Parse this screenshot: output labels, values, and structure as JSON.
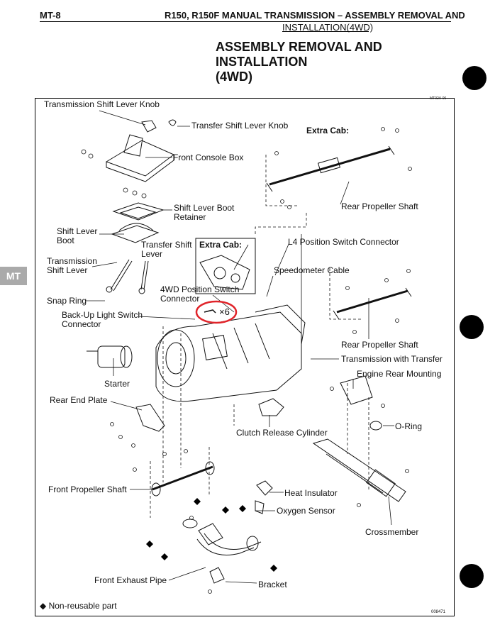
{
  "header": {
    "page_number": "MT-8",
    "title": "R150, R150F MANUAL TRANSMISSION  –  ASSEMBLY REMOVAL AND",
    "title_continued": "INSTALLATION(4WD)"
  },
  "section_title": "ASSEMBLY REMOVAL AND\nINSTALLATION\n(4WD)",
  "side_tab": "MT",
  "figure_code": "MT02A-06",
  "figure_id": "008471",
  "legend": "Non-reusable part",
  "annotation": "×6",
  "labels": {
    "shift_lever_knob": "Transmission Shift Lever Knob",
    "transfer_knob": "Transfer Shift Lever Knob",
    "extra_cab_1": "Extra Cab:",
    "front_console": "Front Console Box",
    "rear_prop_1": "Rear Propeller Shaft",
    "boot_retainer": "Shift Lever Boot\nRetainer",
    "shift_lever_boot": "Shift Lever\nBoot",
    "transfer_shift_lever": "Transfer Shift\nLever",
    "extra_cab_2": "Extra Cab:",
    "l4_switch": "L4 Position Switch Connector",
    "trans_shift_lever": "Transmission\nShift Lever",
    "speedometer": "Speedometer Cable",
    "snap_ring": "Snap Ring",
    "wd_switch": "4WD Position Switch\nConnector",
    "backup_switch": "Back-Up Light Switch\nConnector",
    "rear_prop_2": "Rear Propeller Shaft",
    "trans_transfer": "Transmission with Transfer",
    "engine_mount": "Engine Rear Mounting",
    "starter": "Starter",
    "rear_end_plate": "Rear End Plate",
    "o_ring": "O-Ring",
    "clutch_cyl": "Clutch Release Cylinder",
    "front_prop": "Front Propeller Shaft",
    "heat_insulator": "Heat Insulator",
    "oxygen_sensor": "Oxygen Sensor",
    "crossmember": "Crossmember",
    "front_exhaust": "Front Exhaust Pipe",
    "bracket": "Bracket"
  },
  "colors": {
    "ink": "#111111",
    "highlight": "#e0242a",
    "tab": "#aaaaaa"
  }
}
